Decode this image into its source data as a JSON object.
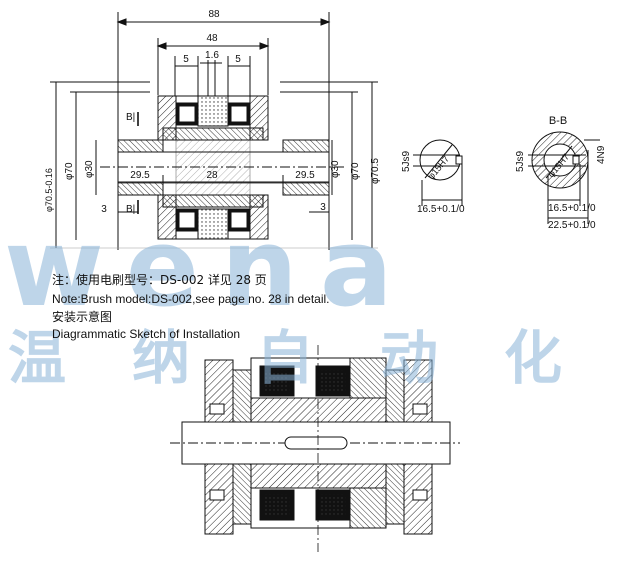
{
  "top_drawing": {
    "dims": {
      "overall": "88",
      "inner": "48",
      "gap": "1.6",
      "left_5": "5",
      "right_5": "5",
      "left_29": "29.5",
      "mid_28": "28",
      "right_29": "29.5",
      "left_3": "3",
      "right_3": "3",
      "phi70_5_tol": "φ70.5-0.16",
      "phi70_left": "φ70",
      "phi30_left": "φ30",
      "phi30_right": "φ30",
      "phi70_right": "φ70",
      "phi70_5_right": "φ70.5"
    },
    "section_labels": {
      "b1_top": "B|",
      "b1_bottom": "B|"
    }
  },
  "section_left": {
    "key_width": "5Js9",
    "bore": "φ15H7",
    "key_depth": "16.5+0.1/0"
  },
  "section_right": {
    "title": "B-B",
    "key_width": "5Js9",
    "bore": "φ15H7",
    "key_n9": "4N9",
    "key_depth": "16.5+0.1/0",
    "outer": "22.5+0.1/0"
  },
  "notes": {
    "cn": "注：使用电刷型号：DS-002 详见 28 页",
    "en": "Note:Brush model:DS-002,see page no. 28 in detail.",
    "sketch_cn": "安装示意图",
    "sketch_en": "Diagrammatic Sketch of Installation"
  },
  "watermark": {
    "latin": "wena",
    "cn": "温纳自动化",
    "color": "#8ab4d8"
  }
}
